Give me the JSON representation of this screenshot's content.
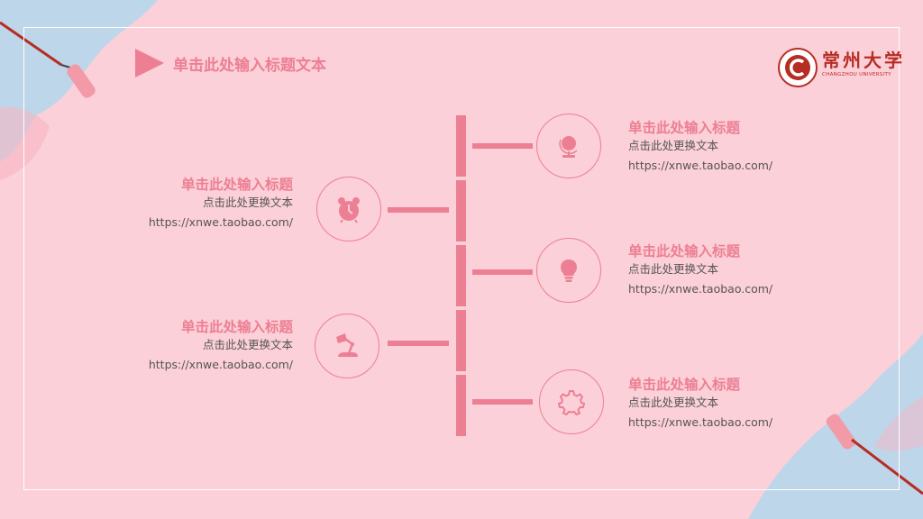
{
  "slide": {
    "title": "单击此处输入标题文本"
  },
  "logo": {
    "name": "常州大学",
    "subtitle": "CHANGZHOU UNIVERSITY"
  },
  "colors": {
    "background": "#fcd0d8",
    "accent": "#ec7f93",
    "text": "#555555",
    "logo": "#b62d24"
  },
  "items": [
    {
      "title": "单击此处输入标题",
      "subtitle": "点击此处更换文本",
      "url": "https://xnwe.taobao.com/",
      "icon": "globe-icon"
    },
    {
      "title": "单击此处输入标题",
      "subtitle": "点击此处更换文本",
      "url": "https://xnwe.taobao.com/",
      "icon": "alarm-clock-icon"
    },
    {
      "title": "单击此处输入标题",
      "subtitle": "点击此处更换文本",
      "url": "https://xnwe.taobao.com/",
      "icon": "lightbulb-icon"
    },
    {
      "title": "单击此处输入标题",
      "subtitle": "点击此处更换文本",
      "url": "https://xnwe.taobao.com/",
      "icon": "desk-lamp-icon"
    },
    {
      "title": "单击此处输入标题",
      "subtitle": "点击此处更换文本",
      "url": "https://xnwe.taobao.com/",
      "icon": "gear-icon"
    }
  ]
}
